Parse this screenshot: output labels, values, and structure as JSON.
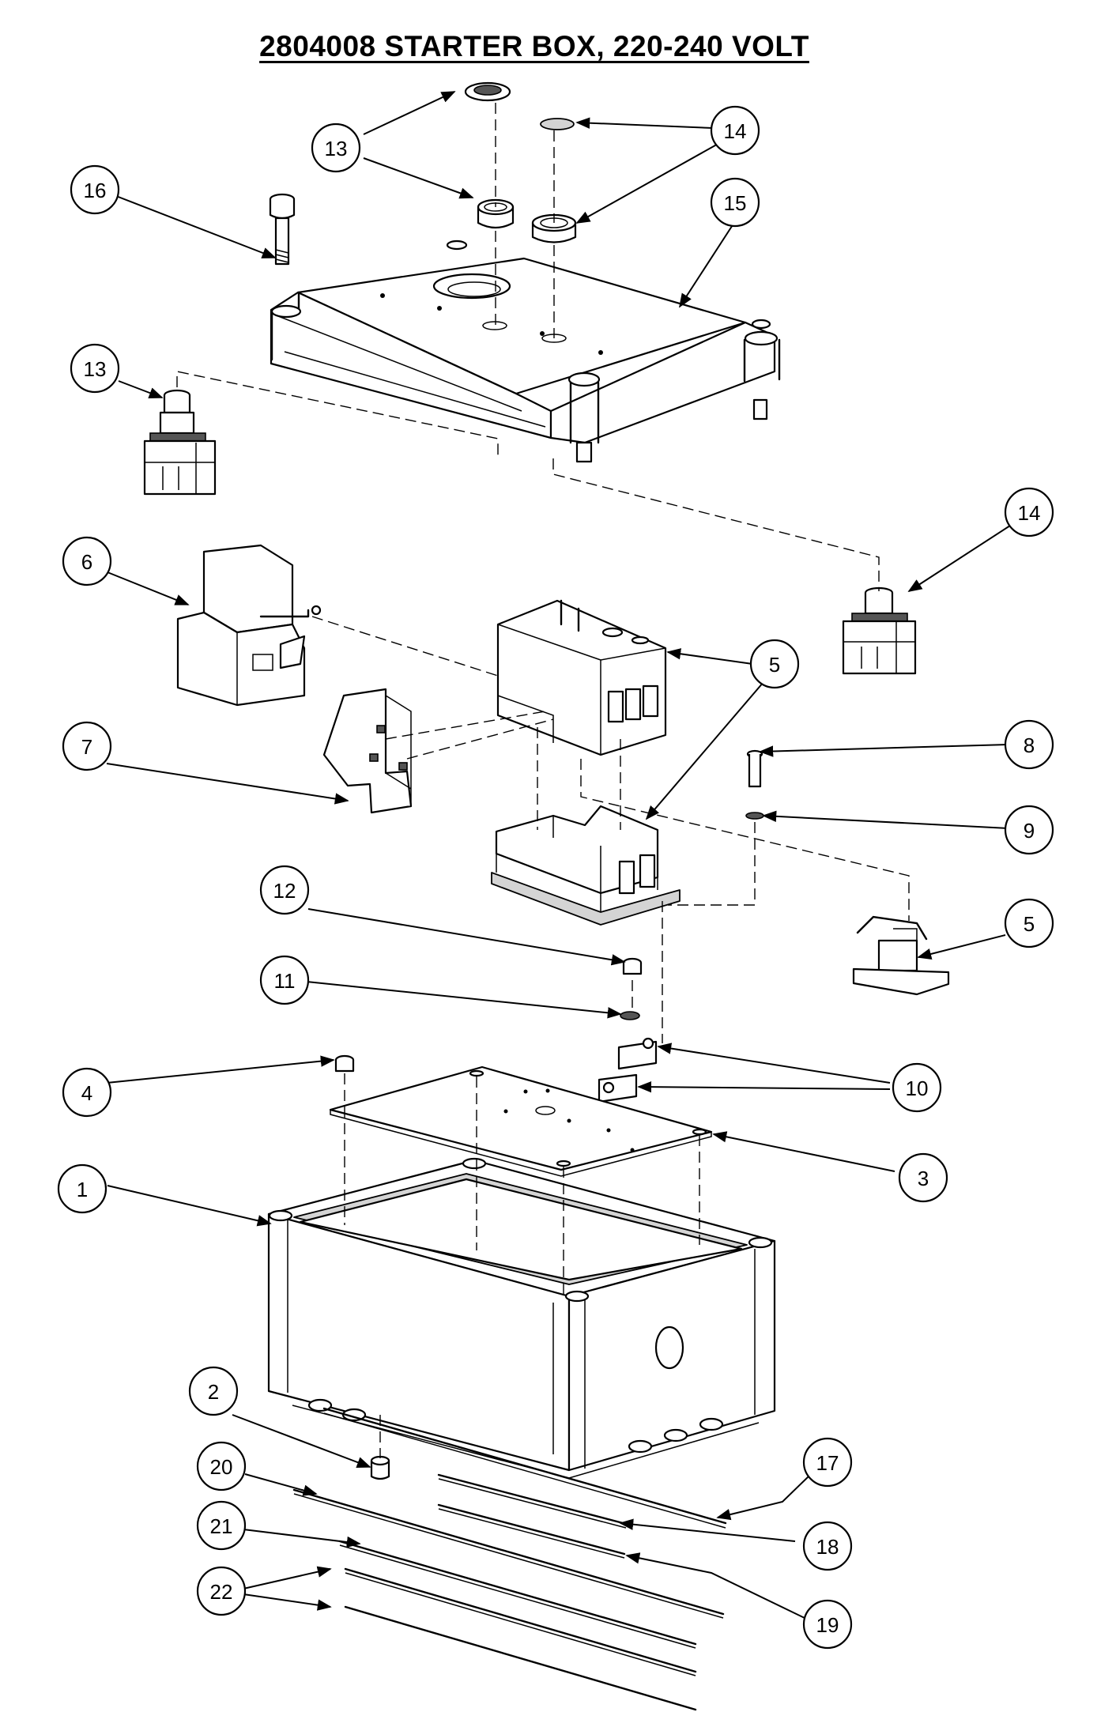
{
  "title": "2804008   STARTER BOX, 220-240 VOLT",
  "callouts": [
    {
      "id": "c13a",
      "label": "13"
    },
    {
      "id": "c14a",
      "label": "14"
    },
    {
      "id": "c16",
      "label": "16"
    },
    {
      "id": "c15",
      "label": "15"
    },
    {
      "id": "c13b",
      "label": "13"
    },
    {
      "id": "c14b",
      "label": "14"
    },
    {
      "id": "c6",
      "label": "6"
    },
    {
      "id": "c5a",
      "label": "5"
    },
    {
      "id": "c7",
      "label": "7"
    },
    {
      "id": "c8",
      "label": "8"
    },
    {
      "id": "c9",
      "label": "9"
    },
    {
      "id": "c12",
      "label": "12"
    },
    {
      "id": "c5b",
      "label": "5"
    },
    {
      "id": "c11",
      "label": "11"
    },
    {
      "id": "c4",
      "label": "4"
    },
    {
      "id": "c10",
      "label": "10"
    },
    {
      "id": "c3",
      "label": "3"
    },
    {
      "id": "c1",
      "label": "1"
    },
    {
      "id": "c2",
      "label": "2"
    },
    {
      "id": "c17",
      "label": "17"
    },
    {
      "id": "c20",
      "label": "20"
    },
    {
      "id": "c18",
      "label": "18"
    },
    {
      "id": "c21",
      "label": "21"
    },
    {
      "id": "c22",
      "label": "22"
    },
    {
      "id": "c19",
      "label": "19"
    }
  ]
}
